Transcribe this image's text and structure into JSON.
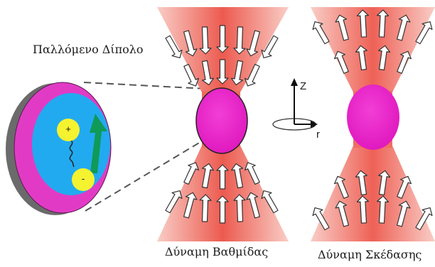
{
  "labels": {
    "dipole_title": "Παλλόμενο Δίπολο",
    "gradient_force": "Δύναμη Βαθμίδας",
    "scattering_force": "Δύναμη Σκέδασης",
    "plus_sign": "+",
    "minus_sign": "-",
    "axis_z": "Z",
    "axis_r": "r"
  },
  "colors": {
    "beam_edge": "#f7b9b0",
    "beam_core": "#ec5a4f",
    "particle": "#ea1ec9",
    "dipole_rim": "#6b6b6b",
    "dipole_outer": "#e13bc5",
    "dipole_inner": "#22aaf0",
    "charge": "#f5f230",
    "arrow_green": "#0f9a58",
    "arrow_fill": "#ffffff",
    "arrow_stroke": "#333333"
  },
  "icons": {
    "axes": "axis-triad-icon",
    "field_arrows": "field-arrow-icon"
  }
}
